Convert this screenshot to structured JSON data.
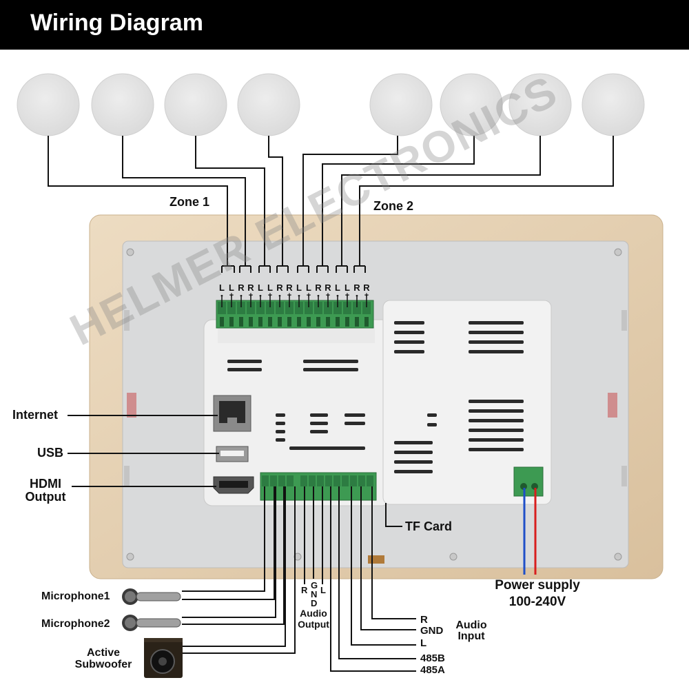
{
  "header": {
    "title": "Wiring Diagram"
  },
  "zones": [
    {
      "label": "Zone 1"
    },
    {
      "label": "Zone 2"
    }
  ],
  "speaker_terminal_labels": [
    "L",
    "L",
    "R",
    "R",
    "L",
    "L",
    "R",
    "R",
    "L",
    "L",
    "R",
    "R",
    "L",
    "L",
    "R",
    "R"
  ],
  "speaker_terminal_signs": [
    "-",
    "+",
    "-",
    "+",
    "-",
    "+",
    "-",
    "+",
    "-",
    "+",
    "-",
    "+",
    "-",
    "+",
    "-",
    "+"
  ],
  "ports": {
    "internet": "Internet",
    "usb": "USB",
    "hdmi_line1": "HDMI",
    "hdmi_line2": "Output",
    "tf_card": "TF Card"
  },
  "left_devices": {
    "microphone1": "Microphone1",
    "microphone2": "Microphone2",
    "subwoofer_line1": "Active",
    "subwoofer_line2": "Subwoofer"
  },
  "audio_output": {
    "terminals": [
      "R",
      "G",
      "N",
      "D",
      "L"
    ],
    "label_line1": "Audio",
    "label_line2": "Output"
  },
  "audio_input": {
    "terminals": [
      "R",
      "GND",
      "L"
    ],
    "label_line1": "Audio",
    "label_line2": "Input"
  },
  "rs485": [
    "485B",
    "485A"
  ],
  "power": {
    "label_line1": "Power supply",
    "label_line2": "100-240V"
  },
  "watermark": "HELMER ELECTRONICS",
  "colors": {
    "header_bg": "#000000",
    "panel_frame": "#e6d2b5",
    "panel_back": "#d9dadb",
    "module_housing": "#f1f1f1",
    "terminal_green": "#3d9a52",
    "wire_black": "#111111",
    "power_wire_blue": "#1e4fc8",
    "power_wire_red": "#d81e1e",
    "speaker_grille": "#e4e4e4"
  }
}
